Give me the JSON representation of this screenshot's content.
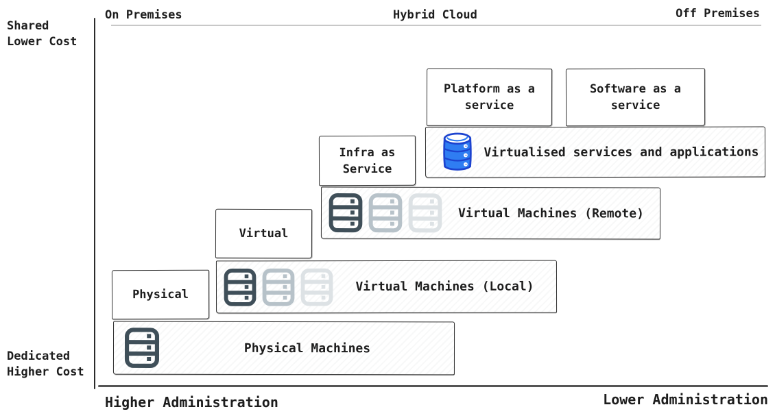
{
  "axis": {
    "top": {
      "left_label": "On Premises",
      "center_label": "Hybrid Cloud",
      "right_label": "Off Premises"
    },
    "left": {
      "top_label": "Shared\nLower Cost",
      "bottom_label": "Dedicated\nHigher Cost"
    },
    "bottom": {
      "left_label": "Higher Administration",
      "right_label": "Lower Administration"
    }
  },
  "boxes": [
    {
      "id": "physical",
      "label": "Physical"
    },
    {
      "id": "virtual",
      "label": "Virtual"
    },
    {
      "id": "infra",
      "label": "Infra as\nService"
    },
    {
      "id": "platform",
      "label": "Platform as a\nservice"
    },
    {
      "id": "software",
      "label": "Software as a\nservice"
    }
  ],
  "bars": [
    {
      "id": "physical-machines",
      "label": "Physical Machines",
      "icons": [
        "server-dark"
      ]
    },
    {
      "id": "vm-local",
      "label": "Virtual Machines (Local)",
      "icons": [
        "server-dark",
        "server-medium",
        "server-light"
      ]
    },
    {
      "id": "vm-remote",
      "label": "Virtual Machines (Remote)",
      "icons": [
        "server-dark",
        "server-medium",
        "server-light"
      ]
    },
    {
      "id": "virtualised-services",
      "label": "Virtualised services and applications",
      "icons": [
        "database-blue"
      ]
    }
  ],
  "colors": {
    "server-dark": "#3f4f59",
    "server-medium": "#b7c2c9",
    "server-light": "#dde2e5",
    "database-fill": "#2f7df2",
    "database-stroke": "#1c43cf",
    "border": "#2e2e2e",
    "axis-line-dark": "#2b2b2b",
    "axis-line-light": "#c8c8c8",
    "axis-line-bottom": "#555555",
    "text": "#1d1d1d"
  }
}
